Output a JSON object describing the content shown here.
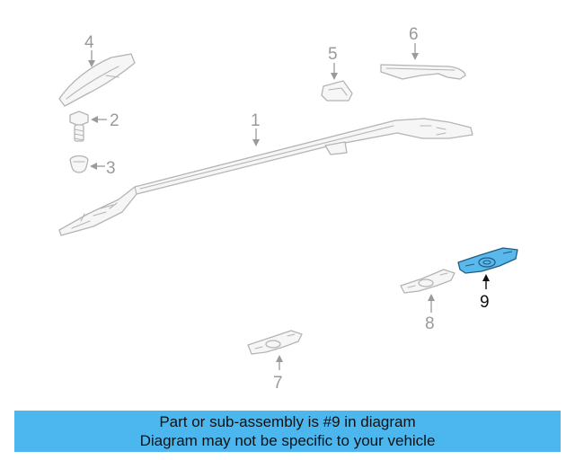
{
  "callouts": {
    "c1": "1",
    "c2": "2",
    "c3": "3",
    "c4": "4",
    "c5": "5",
    "c6": "6",
    "c7": "7",
    "c8": "8",
    "c9": "9"
  },
  "highlighted_part": "9",
  "colors": {
    "highlight_fill": "#5bb8ea",
    "highlight_outline": "#1f5d86",
    "banner_background": "#4cb7ef",
    "part_outline": "#b4b4b4"
  },
  "banner": {
    "line1": "Part or sub-assembly is #9 in diagram",
    "line2": "Diagram may not be specific to your vehicle"
  }
}
